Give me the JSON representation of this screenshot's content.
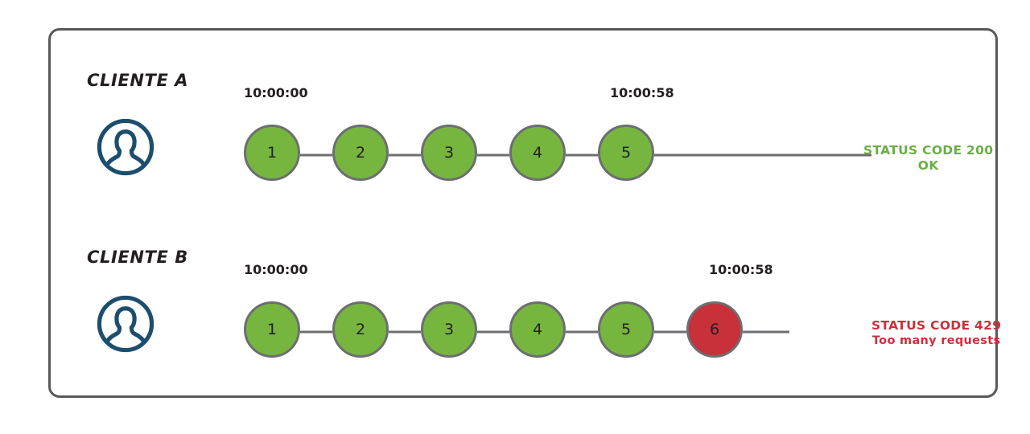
{
  "diagram": {
    "title": "API rate limiting per client timeline",
    "frame_border_color": "#58595b",
    "colors": {
      "ok_fill": "#76b63f",
      "error_fill": "#c8303a",
      "node_stroke": "#6d6e71",
      "avatar": "#1d4e6e",
      "ok_text": "#6aaf45",
      "error_text": "#c8323c"
    },
    "rows": [
      {
        "id": "client-a",
        "label": "CLIENTE A",
        "avatar_icon": "user-avatar-icon",
        "time_start": "10:00:00",
        "time_end": "10:00:58",
        "nodes": [
          {
            "label": "1",
            "state": "ok"
          },
          {
            "label": "2",
            "state": "ok"
          },
          {
            "label": "3",
            "state": "ok"
          },
          {
            "label": "4",
            "state": "ok"
          },
          {
            "label": "5",
            "state": "ok"
          }
        ],
        "status": {
          "line1": "STATUS CODE 200",
          "line2": "OK",
          "color": "#6aaf45"
        }
      },
      {
        "id": "client-b",
        "label": "CLIENTE B",
        "avatar_icon": "user-avatar-icon",
        "time_start": "10:00:00",
        "time_end": "10:00:58",
        "nodes": [
          {
            "label": "1",
            "state": "ok"
          },
          {
            "label": "2",
            "state": "ok"
          },
          {
            "label": "3",
            "state": "ok"
          },
          {
            "label": "4",
            "state": "ok"
          },
          {
            "label": "5",
            "state": "ok"
          },
          {
            "label": "6",
            "state": "error"
          }
        ],
        "status": {
          "line1": "STATUS CODE 429",
          "line2": "Too many requests",
          "color": "#c8323c"
        }
      }
    ]
  }
}
